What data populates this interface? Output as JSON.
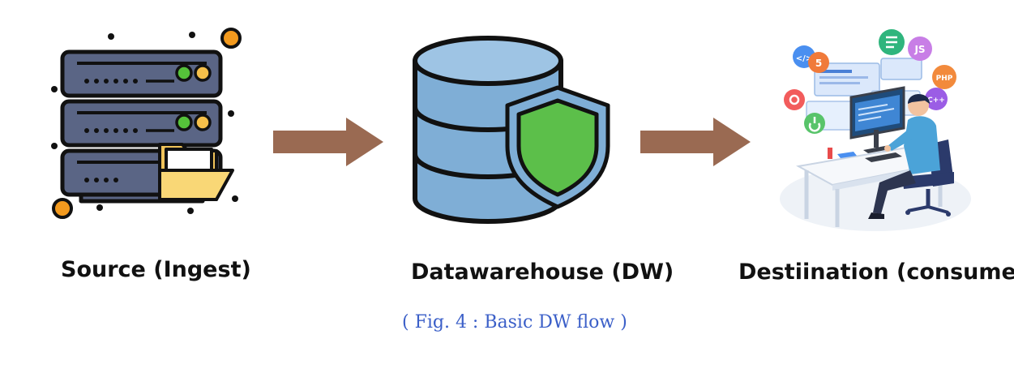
{
  "nodes": [
    {
      "id": "source",
      "label": "Source (Ingest)",
      "icon": "server-with-folder-icon"
    },
    {
      "id": "datawarehouse",
      "label": "Datawarehouse (DW)",
      "icon": "database-with-shield-icon"
    },
    {
      "id": "destination",
      "label": "Destiination (consume)",
      "icon": "developer-at-desk-icon"
    }
  ],
  "edges": [
    {
      "from": "source",
      "to": "datawarehouse",
      "icon": "right-arrow-icon"
    },
    {
      "from": "datawarehouse",
      "to": "destination",
      "icon": "right-arrow-icon"
    }
  ],
  "caption": "( Fig. 4 : Basic DW flow )",
  "icon_badges": [
    "</>",
    "5",
    "JS",
    "PHP",
    "C++"
  ],
  "colors": {
    "arrow": "#9a6a52",
    "caption": "#3b5fc8",
    "server": "#5a6585",
    "database": "#7faed6",
    "shield": "#5cbf4a",
    "folder": "#f9d776",
    "accent_orange": "#f39a1e"
  }
}
